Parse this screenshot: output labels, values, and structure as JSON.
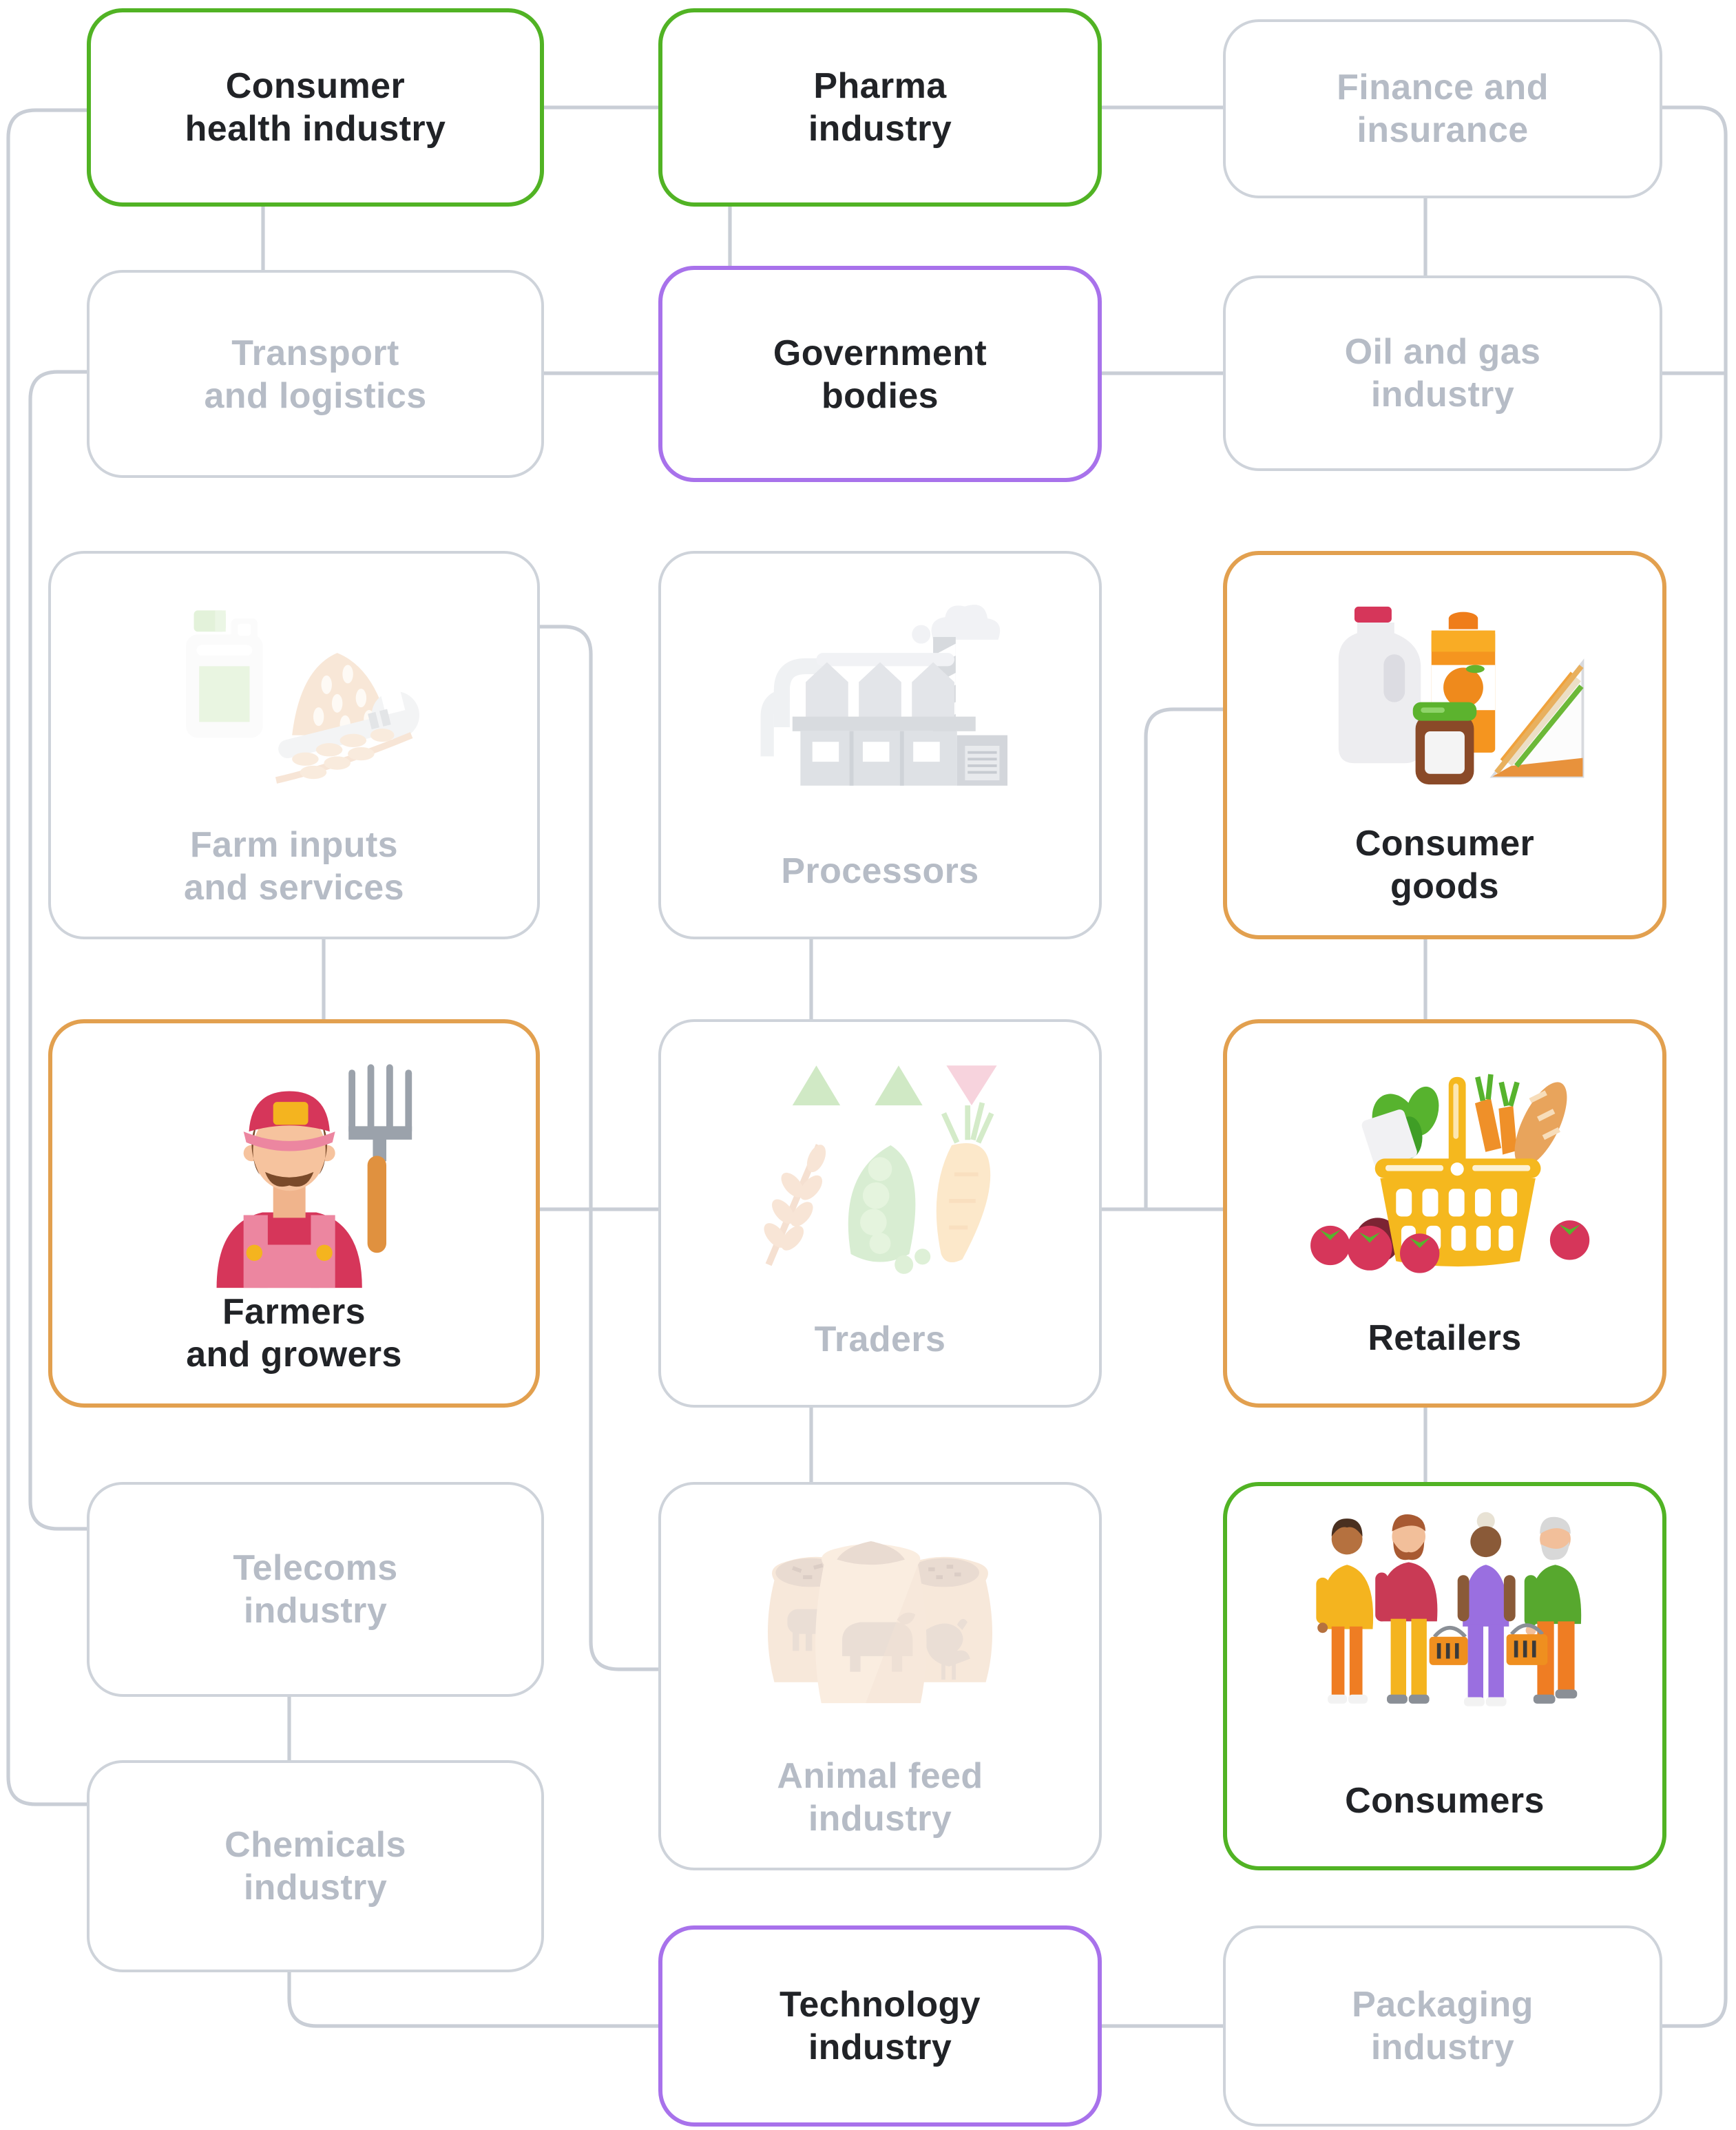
{
  "palette": {
    "highlight_green": "#51b324",
    "highlight_purple": "#a872eb",
    "highlight_orange": "#e2a04f",
    "line_gray": "#c9ced6",
    "muted_text": "#b6bcc6",
    "dark_text": "#212327"
  },
  "nodes": {
    "consumer_health": {
      "label": "Consumer\nhealth industry",
      "variant": "green",
      "text": "dark"
    },
    "pharma": {
      "label": "Pharma\nindustry",
      "variant": "green",
      "text": "dark"
    },
    "finance": {
      "label": "Finance and\ninsurance",
      "variant": "gray",
      "text": "muted"
    },
    "transport": {
      "label": "Transport\nand logistics",
      "variant": "gray",
      "text": "muted"
    },
    "government": {
      "label": "Government\nbodies",
      "variant": "purple",
      "text": "dark"
    },
    "oil_gas": {
      "label": "Oil and gas\nindustry",
      "variant": "gray",
      "text": "muted"
    },
    "farm_inputs": {
      "label": "Farm inputs\nand services",
      "variant": "gray",
      "text": "muted",
      "icon": "farm-supplies-icon"
    },
    "processors": {
      "label": "Processors",
      "variant": "gray",
      "text": "muted",
      "icon": "factory-icon"
    },
    "consumer_goods": {
      "label": "Consumer\ngoods",
      "variant": "orange",
      "text": "dark",
      "icon": "groceries-icon"
    },
    "farmers": {
      "label": "Farmers\nand growers",
      "variant": "orange",
      "text": "dark",
      "icon": "farmer-icon"
    },
    "traders": {
      "label": "Traders",
      "variant": "gray",
      "text": "muted",
      "icon": "commodities-icon"
    },
    "retailers": {
      "label": "Retailers",
      "variant": "orange",
      "text": "dark",
      "icon": "grocery-basket-icon"
    },
    "telecoms": {
      "label": "Telecoms\nindustry",
      "variant": "gray",
      "text": "muted"
    },
    "animal_feed": {
      "label": "Animal feed\nindustry",
      "variant": "gray",
      "text": "muted",
      "icon": "feed-sacks-icon"
    },
    "consumers": {
      "label": "Consumers",
      "variant": "green",
      "text": "dark",
      "icon": "shoppers-icon"
    },
    "chemicals": {
      "label": "Chemicals\nindustry",
      "variant": "gray",
      "text": "muted"
    },
    "technology": {
      "label": "Technology\nindustry",
      "variant": "purple",
      "text": "dark"
    },
    "packaging": {
      "label": "Packaging\nindustry",
      "variant": "gray",
      "text": "muted"
    }
  },
  "connections": [
    {
      "from": "consumer_health",
      "to": "pharma"
    },
    {
      "from": "pharma",
      "to": "finance"
    },
    {
      "from": "consumer_health",
      "to": "transport"
    },
    {
      "from": "pharma",
      "to": "government"
    },
    {
      "from": "finance",
      "to": "oil_gas"
    },
    {
      "from": "transport",
      "to": "government"
    },
    {
      "from": "government",
      "to": "oil_gas"
    },
    {
      "from": "consumer_health",
      "to": "chemicals"
    },
    {
      "from": "transport",
      "to": "telecoms"
    },
    {
      "from": "finance",
      "to": "packaging"
    },
    {
      "from": "oil_gas",
      "to": "packaging"
    },
    {
      "from": "farm_inputs",
      "to": "farmers"
    },
    {
      "from": "farm_inputs",
      "to": "animal_feed"
    },
    {
      "from": "processors",
      "to": "traders"
    },
    {
      "from": "consumer_goods",
      "to": "retailers"
    },
    {
      "from": "consumer_goods",
      "to": "traders"
    },
    {
      "from": "farmers",
      "to": "traders"
    },
    {
      "from": "traders",
      "to": "retailers"
    },
    {
      "from": "traders",
      "to": "animal_feed"
    },
    {
      "from": "retailers",
      "to": "consumers"
    },
    {
      "from": "telecoms",
      "to": "chemicals"
    },
    {
      "from": "chemicals",
      "to": "technology"
    },
    {
      "from": "technology",
      "to": "packaging"
    }
  ]
}
